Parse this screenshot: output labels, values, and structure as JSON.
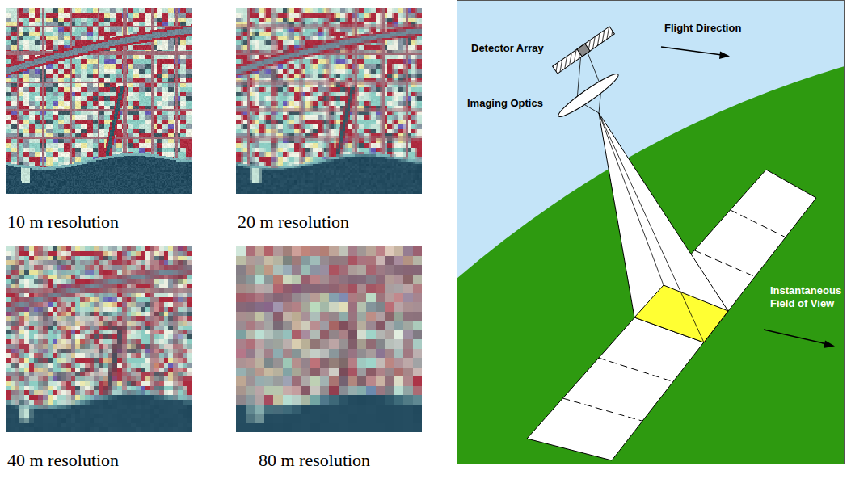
{
  "diagram": {
    "nodes": [
      {
        "text": [
          "10 m resolution"
        ]
      },
      {
        "text": [
          "20 m resolution"
        ]
      },
      {
        "text": [
          "40 m resolution"
        ]
      },
      {
        "text": [
          "80 m resolution"
        ]
      }
    ],
    "labels": [
      "Flight Direction",
      "Detector Array",
      "Imaging Optics",
      "Instantaneous Field of View"
    ]
  }
}
